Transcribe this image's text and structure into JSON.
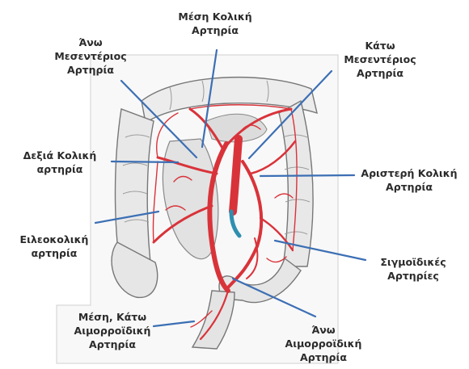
{
  "labels": {
    "middle_colic": [
      "Μέση Κολική",
      "Αρτηρία"
    ],
    "superior_mesenteric": [
      "Άνω",
      "Μεσεντέριος",
      "Αρτηρία"
    ],
    "inferior_mesenteric": [
      "Κάτω",
      "Μεσεντέριος",
      "Αρτηρία"
    ],
    "right_colic": [
      "Δεξιά Κολική",
      "αρτηρία"
    ],
    "left_colic": [
      "Αριστερή Κολική",
      "Αρτηρία"
    ],
    "ileocolic": [
      "Ειλεοκολική",
      "αρτηρία"
    ],
    "sigmoid": [
      "Σιγμοϊδικές",
      "Αρτηρίες"
    ],
    "middle_inferior_rectal": [
      "Μέση, Κάτω",
      "Αιμορροϊδική",
      "Αρτηρία"
    ],
    "superior_rectal": [
      "Άνω",
      "Αιμορροϊδική",
      "Αρτηρία"
    ]
  },
  "colors": {
    "leader_line": "#3c6fb4",
    "artery": "#d9333a",
    "vein": "#2f8fb0",
    "tissue": "#e9e9e9",
    "outline": "#6a6a6a"
  }
}
